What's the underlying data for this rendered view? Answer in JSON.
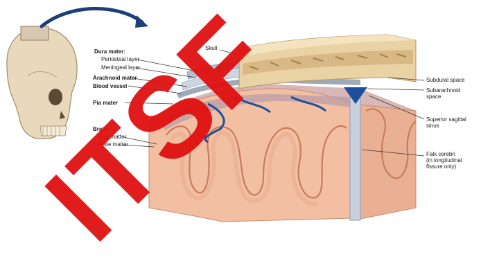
{
  "labels": {
    "skull": "Skull",
    "dura_mater": "Dura mater:",
    "periosteal_layer": "Periosteal layer",
    "meningeal_layer": "Meningeal layer",
    "arachnoid_mater": "Arachnoid mater",
    "blood_vessel": "Blood vessel",
    "pia_mater": "Pia mater",
    "brain": "Brain:",
    "gray_matter": "Gray matter",
    "white_matter": "White matter",
    "subdural_space": "Subdural space",
    "subarachnoid_space": "Subarachnoid\nspace",
    "superior_sagittal_sinus": "Superior sagittal\nsinus",
    "falx_cerebri": "Falx cerebri\n(in longitudinal\nfissure only)"
  },
  "watermark": "ITSF",
  "colors": {
    "skull_bone": "#e9d2a4",
    "dura": "#c9d6e6",
    "brain_tissue": "#f0b89a",
    "gray_matter": "#e6a385",
    "vessel_blue": "#1d4f9c",
    "watermark_red": "#e01010"
  }
}
